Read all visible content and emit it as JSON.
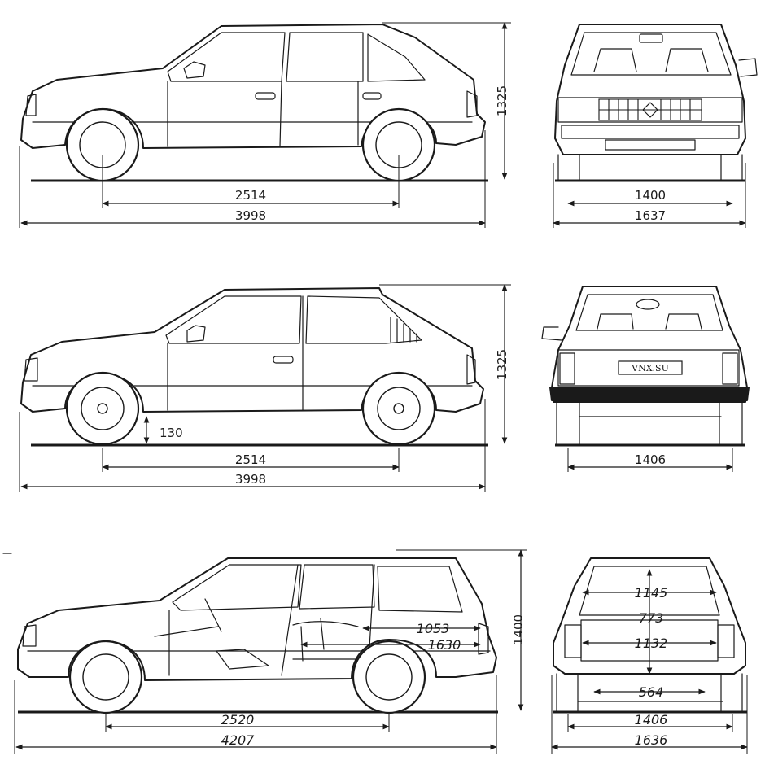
{
  "dimensions": {
    "row1": {
      "height": "1325",
      "wheelbase": "2514",
      "length": "3998",
      "track": "1400",
      "width": "1637"
    },
    "row2": {
      "height": "1325",
      "ground_clearance": "130",
      "wheelbase": "2514",
      "length": "3998",
      "track": "1406",
      "plate": "VNX.SU"
    },
    "row3": {
      "height": "1400",
      "cargo_length_upper": "1053",
      "cargo_length_lower": "1630",
      "wheelbase": "2520",
      "length": "4207",
      "window_width": "1145",
      "opening_height": "773",
      "opening_width": "1132",
      "sill_width": "564",
      "track": "1406",
      "width": "1636"
    }
  }
}
